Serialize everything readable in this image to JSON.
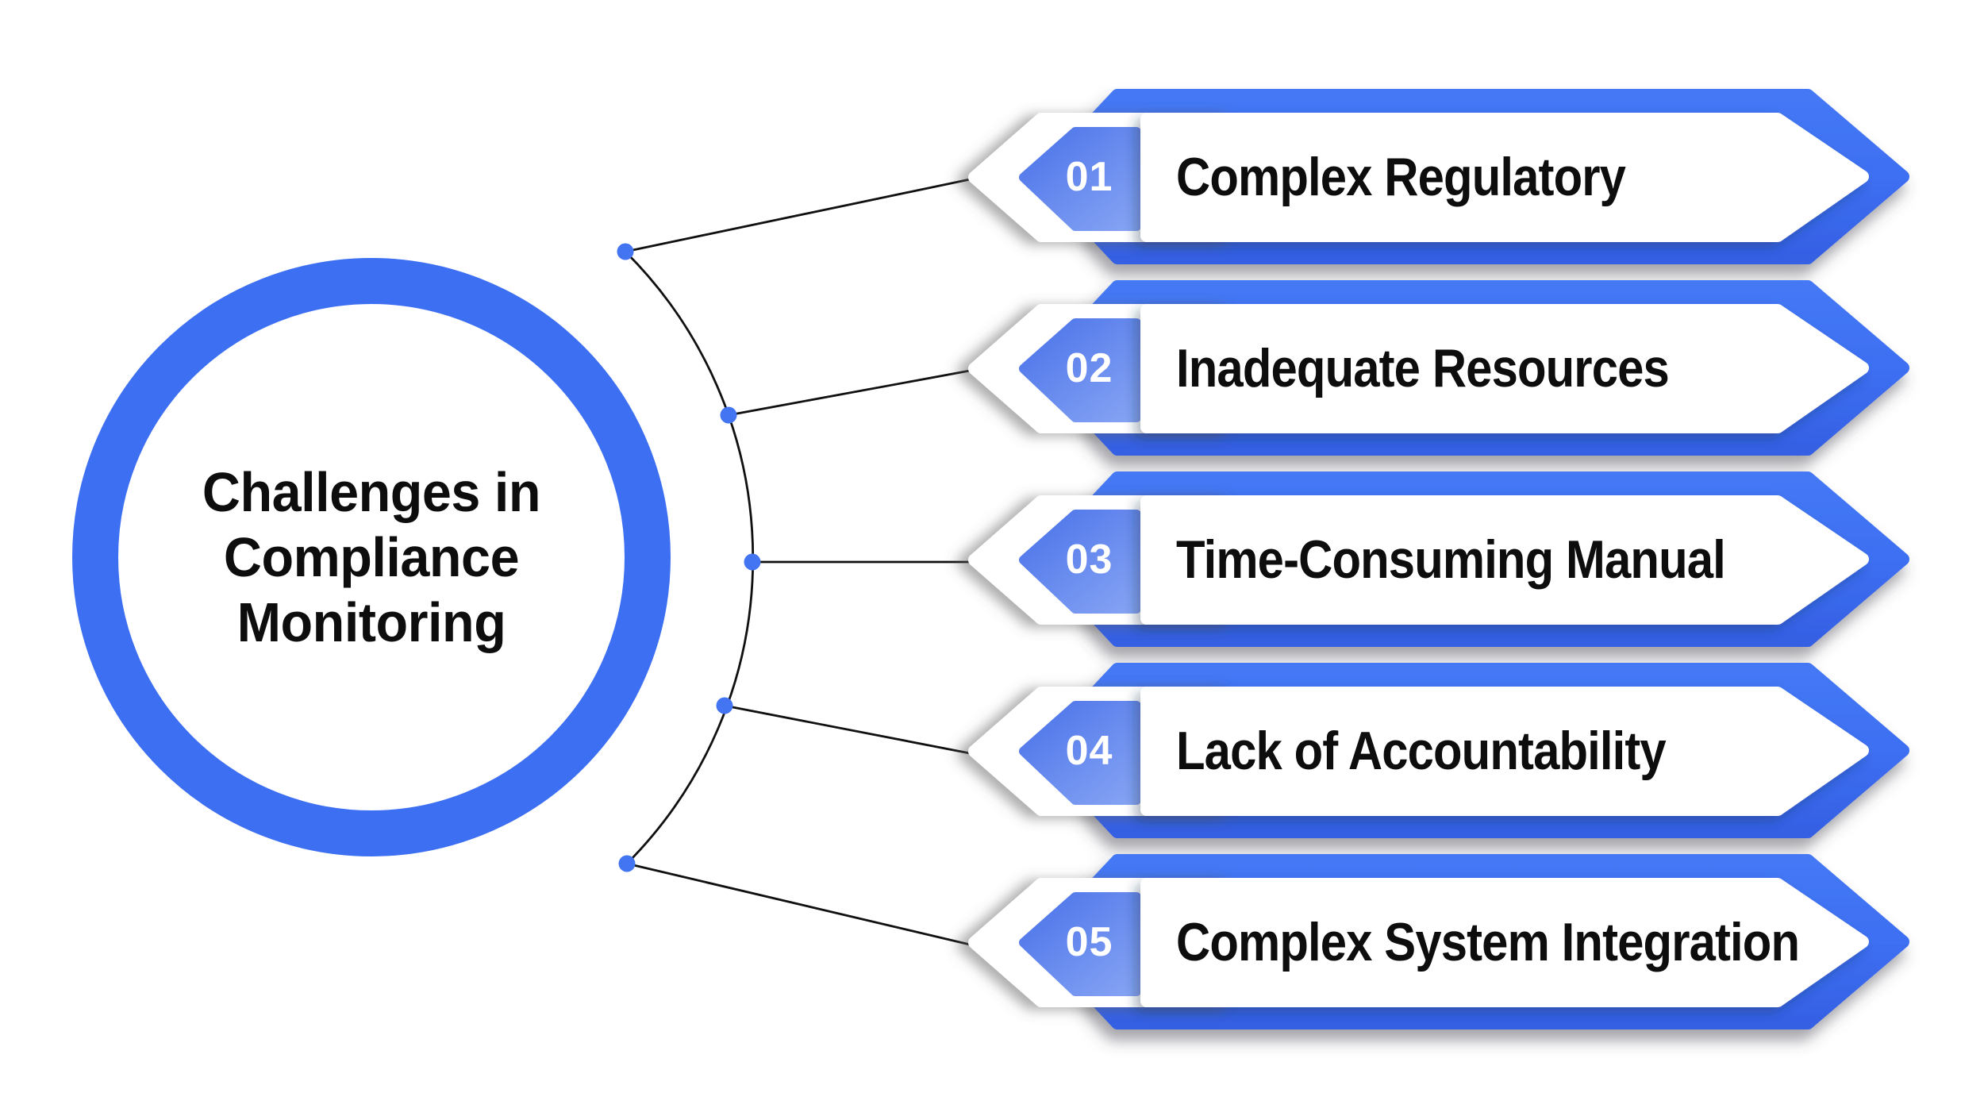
{
  "title": {
    "text": "Challenges in\nCompliance\nMonitoring"
  },
  "banners": [
    {
      "number": "01",
      "label": "Complex Regulatory"
    },
    {
      "number": "02",
      "label": "Inadequate Resources"
    },
    {
      "number": "03",
      "label": "Time-Consuming Manual"
    },
    {
      "number": "04",
      "label": "Lack of Accountability"
    },
    {
      "number": "05",
      "label": "Complex System Integration"
    }
  ],
  "colors": {
    "accent_blue": "#3D6FF2",
    "accent_blue_light": "#4478F5",
    "accent_blue_dark": "#3560E4",
    "number_badge_gradient_start": "#4A72E9",
    "number_badge_gradient_end": "#86A4F4",
    "dot_blue": "#4374F2",
    "connector_line": "#101010",
    "text_dark": "#0D0D0D",
    "number_text": "#FFFFFF",
    "panel_white": "#FFFFFF"
  }
}
